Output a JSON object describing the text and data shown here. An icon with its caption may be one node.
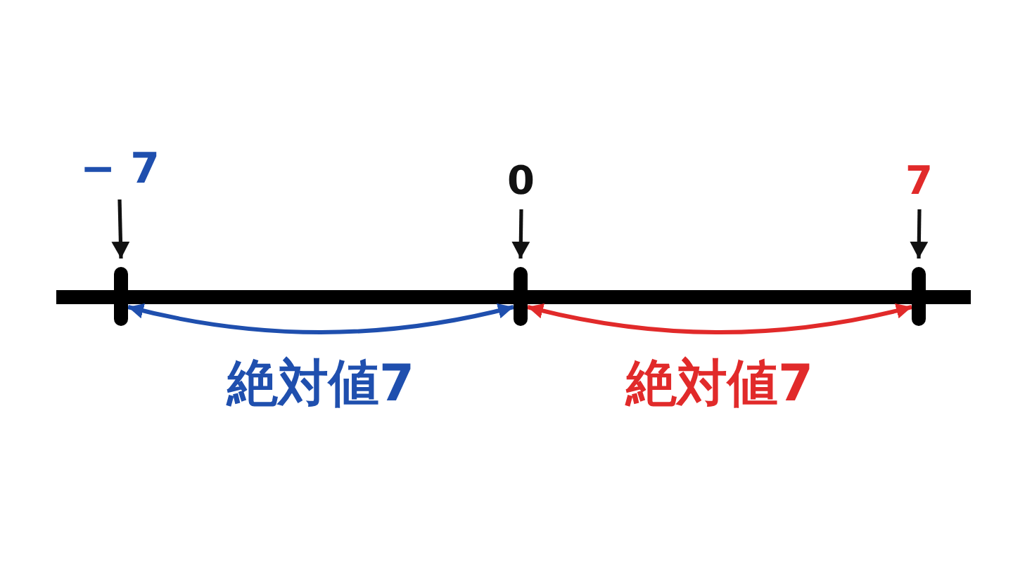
{
  "diagram": {
    "nodes": [
      {
        "text": [
          "− 7"
        ]
      },
      {
        "text": [
          "0"
        ]
      },
      {
        "text": [
          "7"
        ]
      },
      {
        "text": [],
        "shape": "bar"
      },
      {
        "text": [],
        "shape": "bar"
      },
      {
        "text": [],
        "shape": "bar"
      }
    ],
    "edges": [
      {
        "from": 0,
        "to": 3,
        "arrow": "to"
      },
      {
        "from": 1,
        "to": 4,
        "arrow": "to"
      },
      {
        "from": 2,
        "to": 5,
        "arrow": "to"
      },
      {
        "from": 3,
        "to": 4,
        "arrow": "both",
        "label": "絶対値7",
        "color": "#1f4fae"
      },
      {
        "from": 4,
        "to": 5,
        "arrow": "both",
        "label": "絶対値7",
        "color": "#e12a2a"
      }
    ]
  }
}
